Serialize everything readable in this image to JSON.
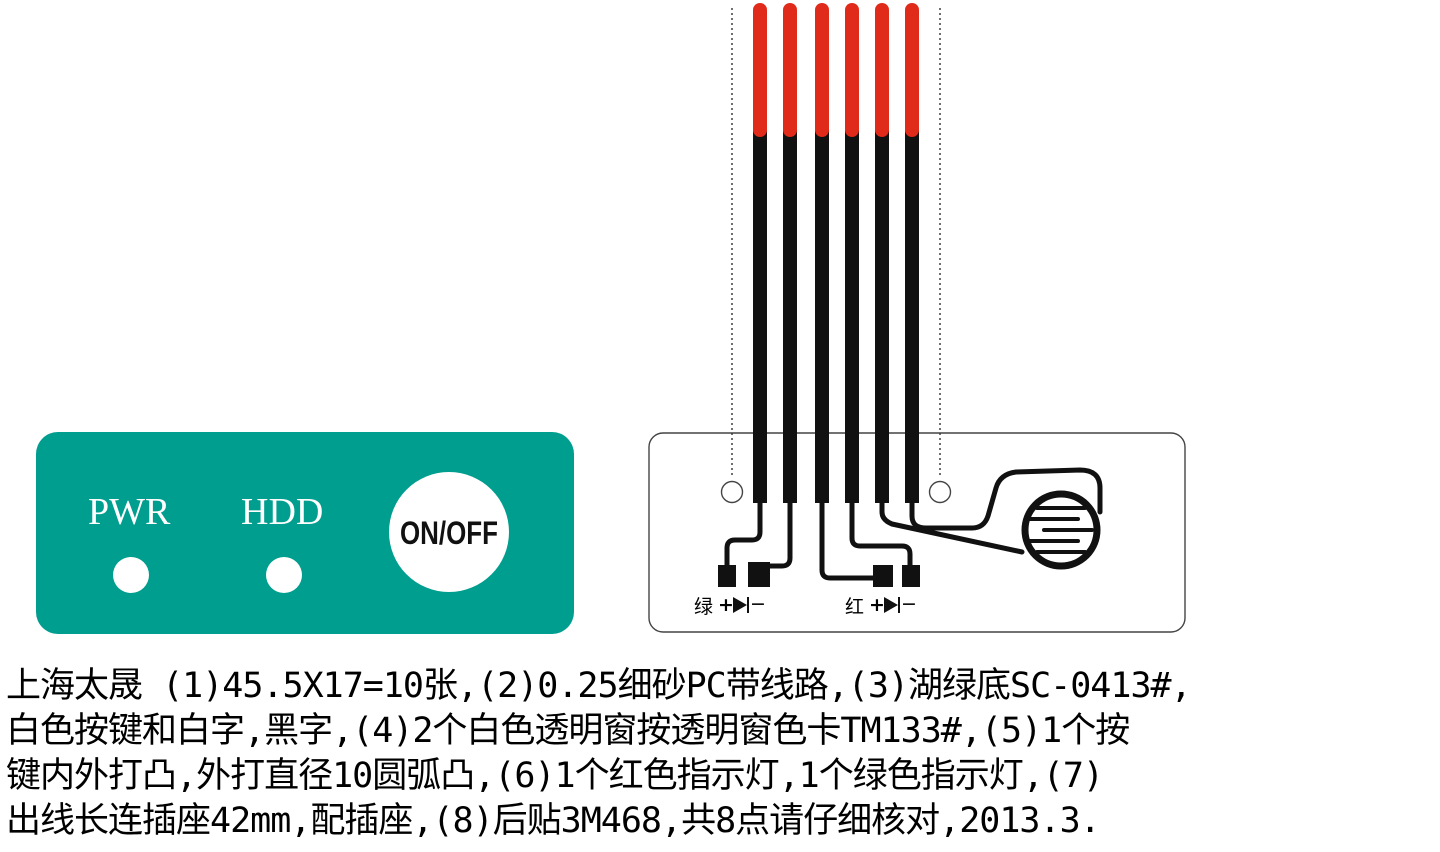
{
  "panel": {
    "background_color": "#009e8f",
    "pwr_label": "PWR",
    "hdd_label": "HDD",
    "button_label": "ON/OFF"
  },
  "circuit": {
    "trace_colors": {
      "tail_top": "#e02a1a",
      "trace": "#111111"
    },
    "green_led_label": "绿",
    "red_led_label": "红",
    "plus_sign": "+",
    "minus_sign": "−"
  },
  "notes": {
    "line1": "上海太晟 (1)45.5X17=10张,(2)0.25细砂PC带线路,(3)湖绿底SC-0413#,",
    "line2": "白色按键和白字,黑字,(4)2个白色透明窗按透明窗色卡TM133#,(5)1个按",
    "line3": "键内外打凸,外打直径10圆弧凸,(6)1个红色指示灯,1个绿色指示灯,(7)",
    "line4": "出线长连插座42mm,配插座,(8)后贴3M468,共8点请仔细核对,2013.3."
  }
}
